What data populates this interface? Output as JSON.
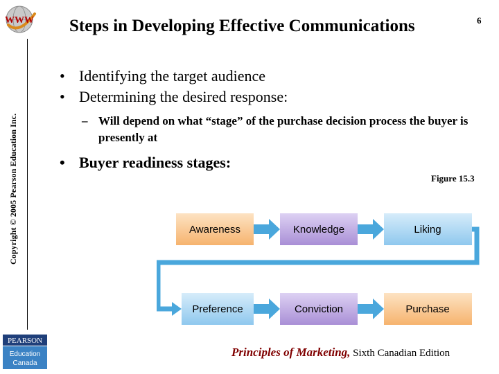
{
  "title": "Steps in Developing Effective Communications",
  "slide_number": "6",
  "copyright": "Copyright © 2005 Pearson Education Inc.",
  "logo_www_text": "WWW",
  "bullets": [
    "Identifying the target audience",
    "Determining the desired response:"
  ],
  "sub_dash": "–",
  "sub_bullet": "Will depend on what “stage” of the purchase decision process the buyer is presently at",
  "bullet_buyer": "Buyer readiness stages:",
  "figure_label": "Figure 15.3",
  "stages": [
    "Awareness",
    "Knowledge",
    "Liking",
    "Preference",
    "Conviction",
    "Purchase"
  ],
  "stage_colors": [
    "#f6b36e",
    "#a98fd6",
    "#8fc8ee",
    "#8fc8ee",
    "#a98fd6",
    "#f6b36e"
  ],
  "arrow_color": "#4aa7dc",
  "publisher": {
    "name": "PEARSON",
    "line1": "Education",
    "line2": "Canada"
  },
  "footer": {
    "title": "Principles of Marketing,",
    "edition": " Sixth Canadian Edition"
  }
}
